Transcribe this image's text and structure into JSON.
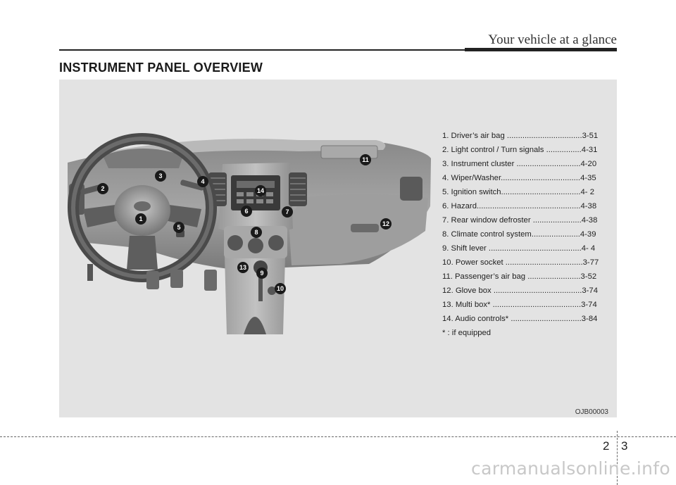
{
  "header": {
    "title": "Your vehicle at a glance"
  },
  "section_title": "INSTRUMENT PANEL OVERVIEW",
  "legend": [
    "1. Driver’s air bag ..................................3-51",
    "2. Light control / Turn signals ................4-31",
    "3. Instrument cluster .............................4-20",
    "4. Wiper/Washer....................................4-35",
    "5. Ignition switch....................................4- 2",
    "6. Hazard...............................................4-38",
    "7. Rear window defroster ......................4-38",
    "8. Climate control system......................4-39",
    "9. Shift lever ..........................................4- 4",
    "10. Power socket ...................................3-77",
    "11. Passenger’s air bag ........................3-52",
    "12. Glove box ........................................3-74",
    "13. Multi box* ........................................3-74",
    "14. Audio controls* ................................3-84"
  ],
  "footnote": "* : if equipped",
  "image_code": "OJB00003",
  "callouts": [
    "1",
    "2",
    "3",
    "4",
    "5",
    "6",
    "7",
    "8",
    "9",
    "10",
    "11",
    "12",
    "13",
    "14"
  ],
  "page": {
    "chapter": "2",
    "number": "3"
  },
  "watermark": "carmanualsonline.info",
  "colors": {
    "panel_bg": "#e3e3e3",
    "badge": "#1a1a1a",
    "dash": "#9a9a9a",
    "dark": "#3a3a3a"
  }
}
